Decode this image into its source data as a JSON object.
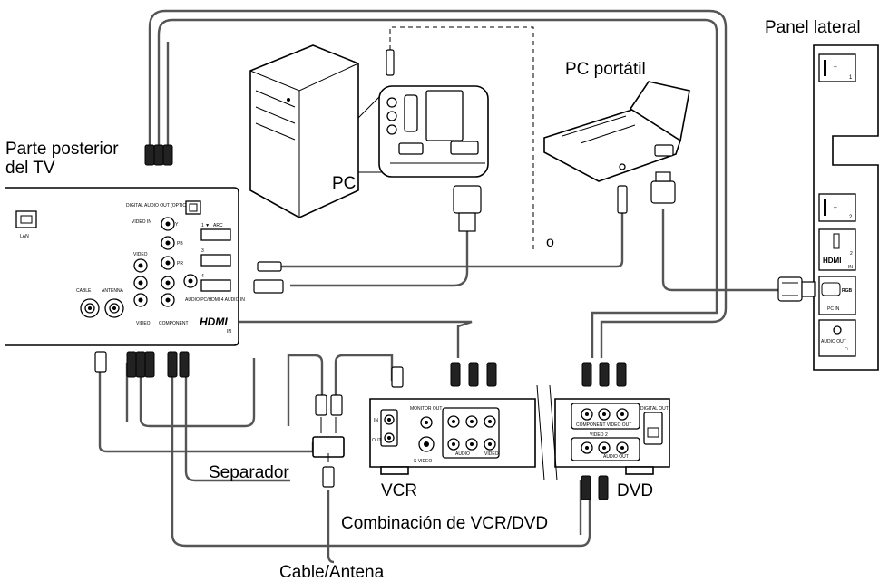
{
  "labels": {
    "panel_lateral": "Panel lateral",
    "parte_posterior": "Parte posterior",
    "del_tv": "del TV",
    "pc": "PC",
    "pc_portatil": "PC portátil",
    "o": "o",
    "separador": "Separador",
    "vcr": "VCR",
    "dvd": "DVD",
    "combinacion": "Combinación de VCR/DVD",
    "cable_antena": "Cable/Antena"
  },
  "tv_rear": {
    "lan": "LAN",
    "cable": "CABLE",
    "antenna": "ANTENNA",
    "digital_out": "DIGITAL AUDIO OUT (OPTICAL)",
    "video_in_2": "VIDEO IN",
    "video": "VIDEO",
    "arc": "ARC",
    "hdmi_3": "3",
    "hdmi_4": "4",
    "audio_pc": "AUDIO PC/HDMI 4 AUDIO IN",
    "component": "COMPONENT",
    "hdmi": "HDMI",
    "hdmi_in": "IN",
    "video_label": "VIDEO",
    "pb": "PB",
    "pr": "PR",
    "y": "Y"
  },
  "side_panel": {
    "usb1": "1",
    "usb2": "2",
    "hdmi_logo": "HDMI",
    "hdmi_num": "2",
    "hdmi_in": "IN",
    "rgb": "RGB",
    "pc_in": "PC IN",
    "audio_out": "AUDIO OUT"
  },
  "vcr_panel": {
    "monitor_out": "MONITOR OUT",
    "s_video": "S VIDEO",
    "in": "IN",
    "out": "OUT",
    "audio": "AUDIO",
    "video": "VIDEO"
  },
  "dvd_panel": {
    "component_video_out": "COMPONENT VIDEO OUT",
    "video2": "VIDEO 2",
    "audio_out": "AUDIO OUT",
    "digital_out": "DIGITAL OUT"
  }
}
